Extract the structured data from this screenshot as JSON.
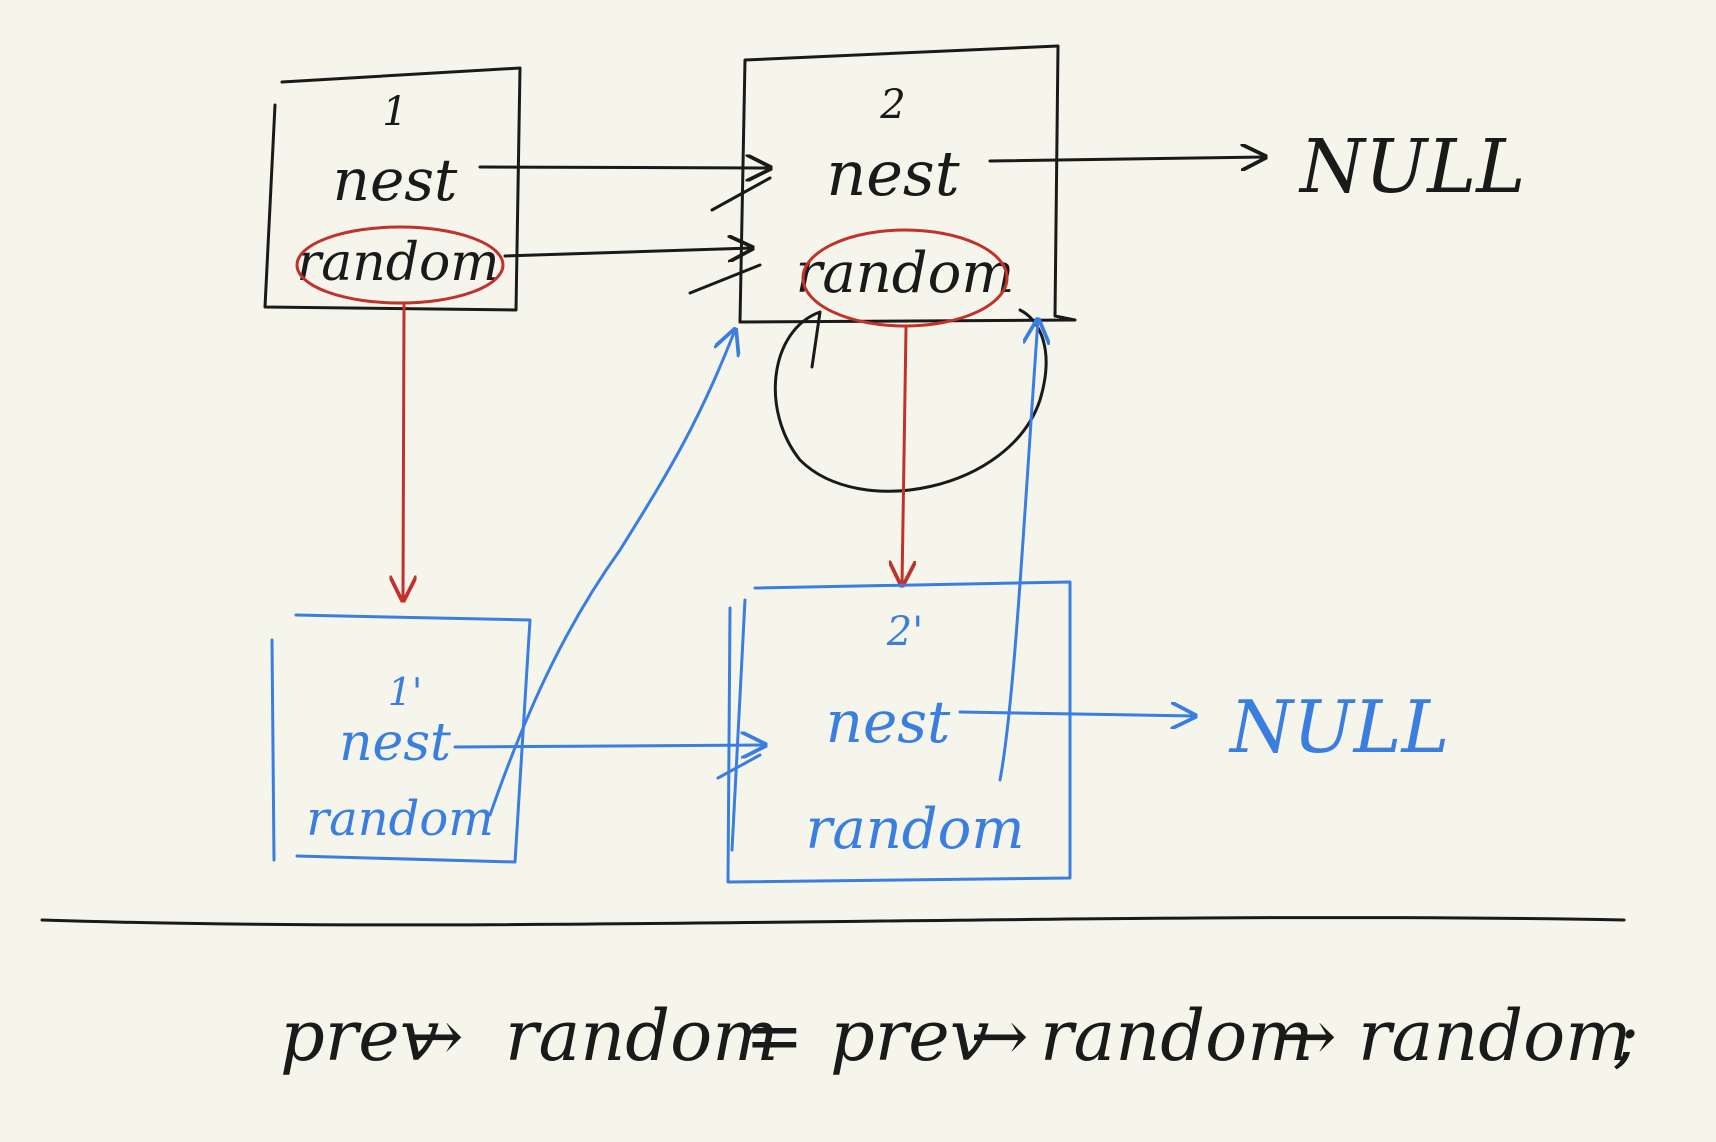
{
  "colors": {
    "background": "#f6f5ec",
    "ink": "#1a1a1a",
    "red": "#c0322a",
    "blue": "#3a7ee0"
  },
  "nodes": {
    "n1": {
      "label": "1",
      "next": "nest",
      "random": "random"
    },
    "n2": {
      "label": "2",
      "next": "nest",
      "random": "random"
    },
    "n1c": {
      "label": "1'",
      "next": "nest",
      "random": "random"
    },
    "n2c": {
      "label": "2'",
      "next": "nest",
      "random": "random"
    }
  },
  "null_labels": {
    "top": "NULL",
    "bottom": "NULL"
  },
  "formula": {
    "part1": "prev",
    "arrow1": "→",
    "part2": "random",
    "equals": "=",
    "part3": "prev",
    "arrow2": "→",
    "part4": "random",
    "arrow3": "→",
    "part5": "random",
    "semicolon": ";"
  }
}
